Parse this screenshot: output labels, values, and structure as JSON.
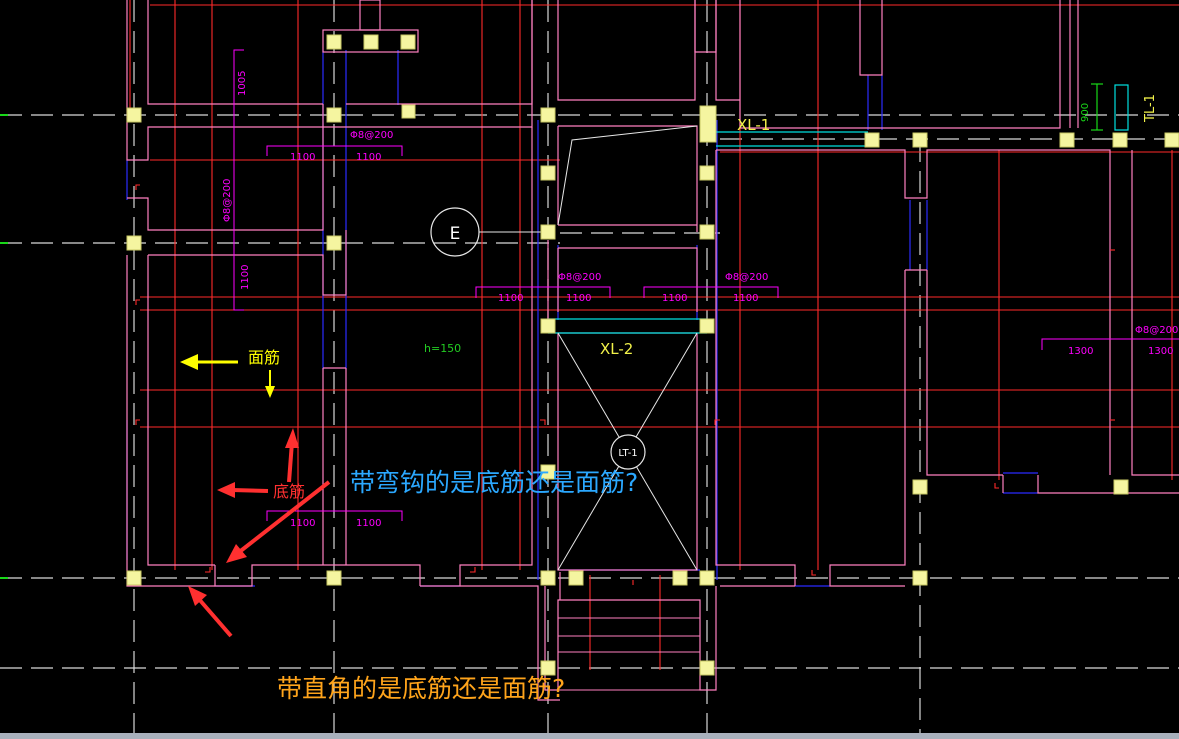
{
  "colors": {
    "background": "#000000",
    "axis_dash": "#d9d9d9",
    "wall": "#ff80c0",
    "rebar": "#ff2a2a",
    "blue_line": "#2b2bff",
    "cyan": "#00e0e0",
    "magenta": "#ff00ff",
    "yellow_label": "#f2f24a",
    "column": "#f5f5a0",
    "green_dim": "#19d919",
    "green_tag": "#22cc22",
    "arrow_yellow": "#ffff00",
    "arrow_red": "#ff3030",
    "question_blue": "#2ba8ff",
    "question_orange": "#ffa41b",
    "white": "#ffffff"
  },
  "beam_labels": {
    "xl1": "XL-1",
    "xl2": "XL-2",
    "tl1": "TL-1"
  },
  "axis_bubble": "E",
  "stair_bubble": "LT-1",
  "slab_thickness": "h=150",
  "dimensions": {
    "vertical_1005": "1005",
    "vertical_1100": "1100",
    "vertical_900": "900",
    "rebar_spec": "Φ8@200",
    "len_1100": "1100",
    "len_1300": "1300"
  },
  "annotations": {
    "top_rebar": "面筋",
    "bottom_rebar": "底筋"
  },
  "questions": {
    "hook": "带弯钩的是底筋还是面筋?",
    "right_angle": "带直角的是底筋还是面筋?"
  }
}
